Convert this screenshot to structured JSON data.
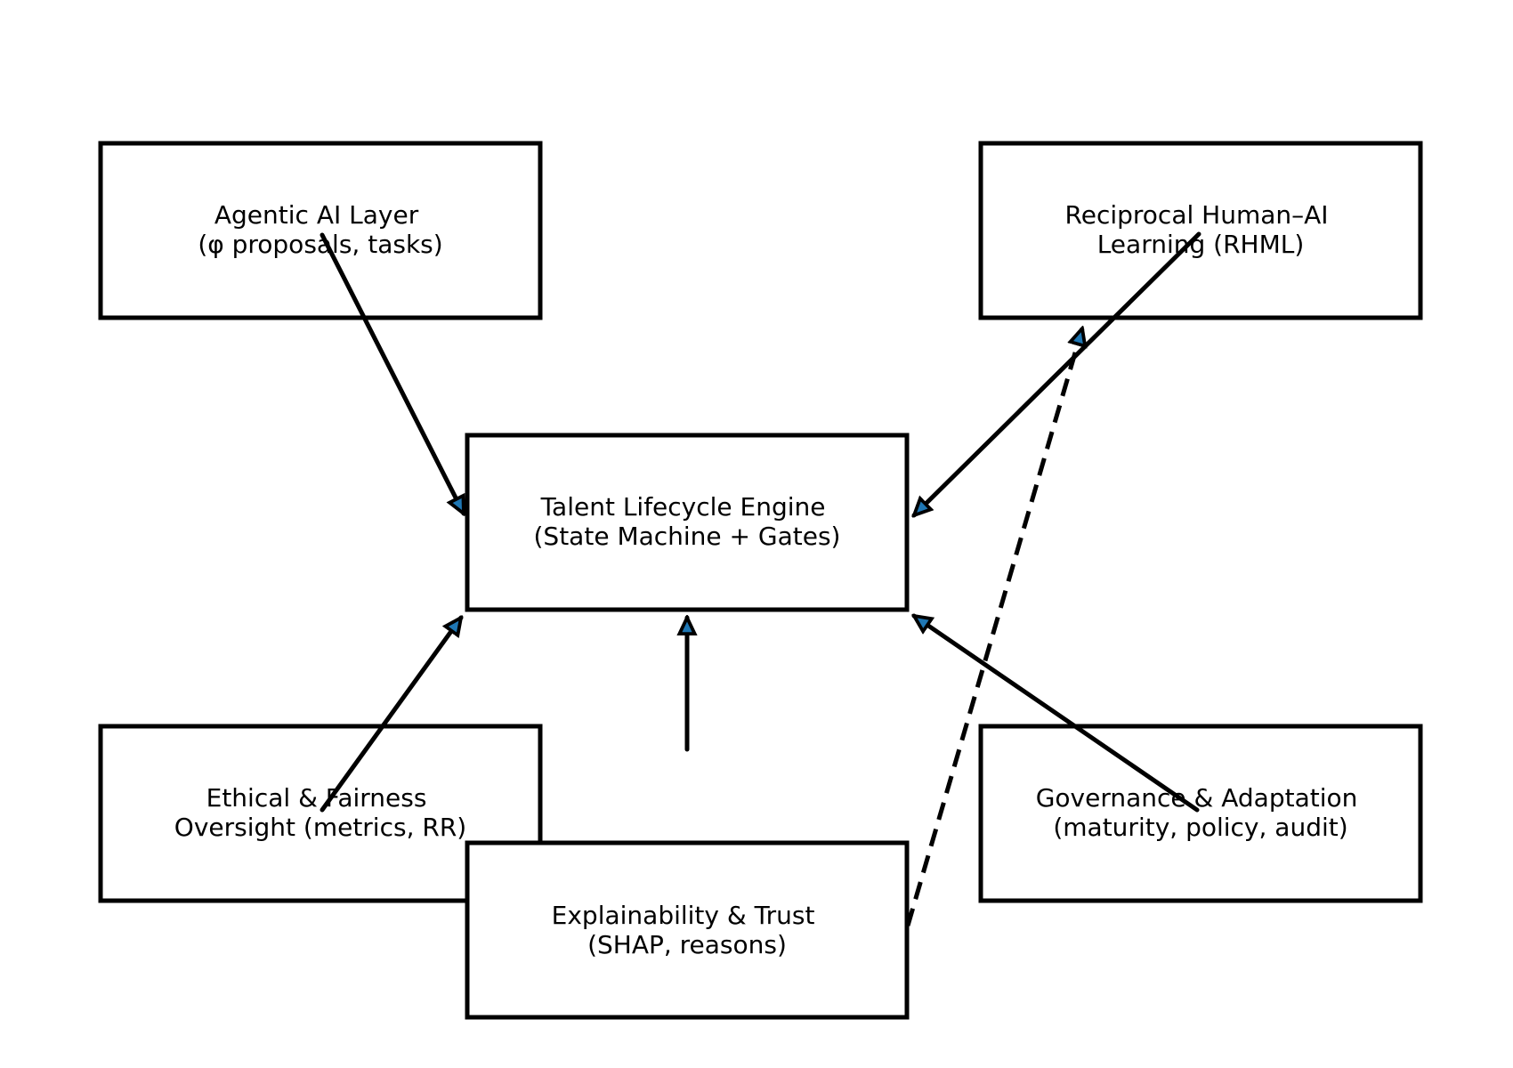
{
  "nodes": {
    "agentic": {
      "line1": "Agentic AI Layer",
      "line2": "(φ proposals, tasks)"
    },
    "rhml": {
      "line1": "Reciprocal Human–AI",
      "line2": "Learning (RHML)"
    },
    "engine": {
      "line1": "Talent Lifecycle Engine",
      "line2": "(State Machine + Gates)"
    },
    "ethics": {
      "line1": "Ethical & Fairness",
      "line2": "Oversight (metrics, RR)"
    },
    "governance": {
      "line1": "Governance & Adaptation",
      "line2": "(maturity, policy, audit)"
    },
    "explain": {
      "line1": "Explainability & Trust",
      "line2": "(SHAP, reasons)"
    }
  },
  "colors": {
    "stroke": "#000000",
    "arrowhead_fill": "#1f77b4",
    "box_fill": "#ffffff"
  }
}
